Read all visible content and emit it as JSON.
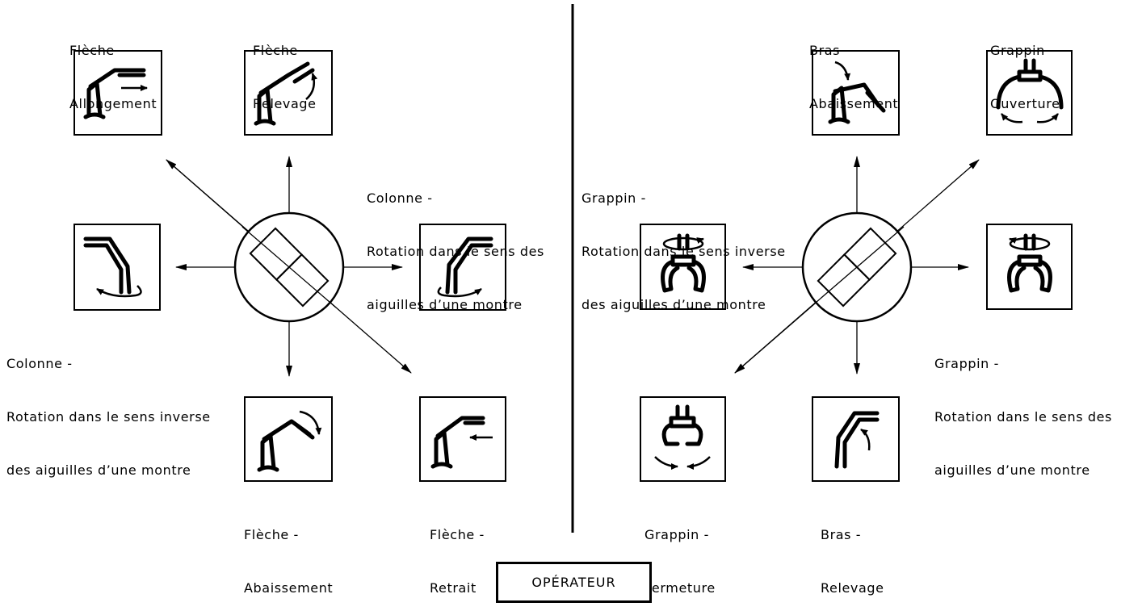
{
  "labels": {
    "fleche_allongement": {
      "l1": "Flèche -",
      "l2": "Allongement"
    },
    "fleche_relevage": {
      "l1": "Flèche -",
      "l2": "Relevage"
    },
    "colonne_horaire": {
      "l1": "Colonne -",
      "l2": "Rotation dans le sens des",
      "l3": "aiguilles d’une montre"
    },
    "colonne_antihoraire": {
      "l1": "Colonne -",
      "l2": "Rotation dans le sens inverse",
      "l3": "des aiguilles d’une montre"
    },
    "fleche_abaissement": {
      "l1": "Flèche -",
      "l2": "Abaissement"
    },
    "fleche_retrait": {
      "l1": "Flèche -",
      "l2": "Retrait"
    },
    "bras_abaissement": {
      "l1": "Bras -",
      "l2": "Abaissement"
    },
    "grappin_ouverture": {
      "l1": "Grappin -",
      "l2": "Ouverture"
    },
    "grappin_antihoraire": {
      "l1": "Grappin -",
      "l2": "Rotation dans le sens inverse",
      "l3": "des aiguilles d’une montre"
    },
    "grappin_horaire": {
      "l1": "Grappin -",
      "l2": "Rotation dans le sens des",
      "l3": "aiguilles d’une montre"
    },
    "grappin_fermeture": {
      "l1": "Grappin -",
      "l2": "Fermeture"
    },
    "bras_relevage": {
      "l1": "Bras -",
      "l2": "Relevage"
    }
  },
  "operator": "OPÉRATEUR",
  "icons": [
    "boom-extend-icon",
    "boom-raise-icon",
    "column-rotate-cw-icon",
    "column-rotate-ccw-icon",
    "boom-lower-icon",
    "boom-retract-icon",
    "arm-lower-icon",
    "grapple-open-icon",
    "grapple-rotate-ccw-icon",
    "grapple-rotate-cw-icon",
    "grapple-close-icon",
    "arm-raise-icon"
  ]
}
